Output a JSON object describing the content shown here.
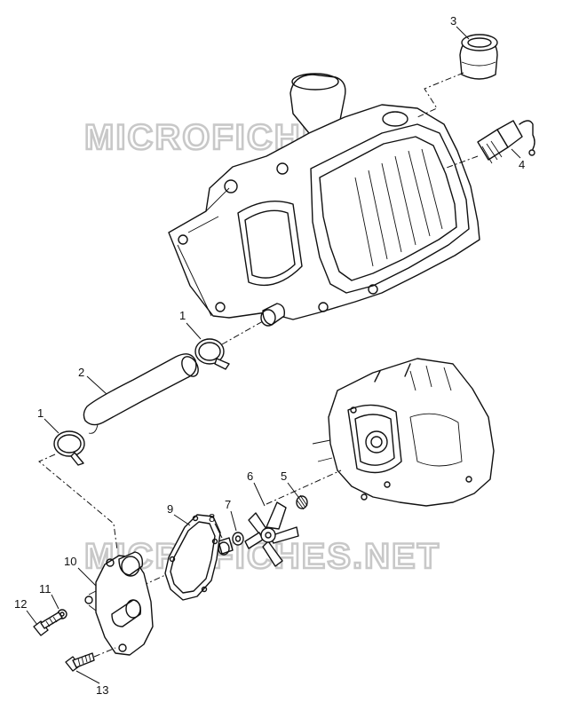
{
  "watermark": {
    "top": "MICROFICHES.NET",
    "bottom": "MICROFICHES.NET"
  },
  "callouts": [
    {
      "id": "c3",
      "label": "3"
    },
    {
      "id": "c4",
      "label": "4"
    },
    {
      "id": "c1a",
      "label": "1"
    },
    {
      "id": "c2",
      "label": "2"
    },
    {
      "id": "c1b",
      "label": "1"
    },
    {
      "id": "c5",
      "label": "5"
    },
    {
      "id": "c6",
      "label": "6"
    },
    {
      "id": "c7",
      "label": "7"
    },
    {
      "id": "c8",
      "label": "8"
    },
    {
      "id": "c9",
      "label": "9"
    },
    {
      "id": "c10",
      "label": "10"
    },
    {
      "id": "c11",
      "label": "11"
    },
    {
      "id": "c12",
      "label": "12"
    },
    {
      "id": "c13",
      "label": "13"
    }
  ]
}
